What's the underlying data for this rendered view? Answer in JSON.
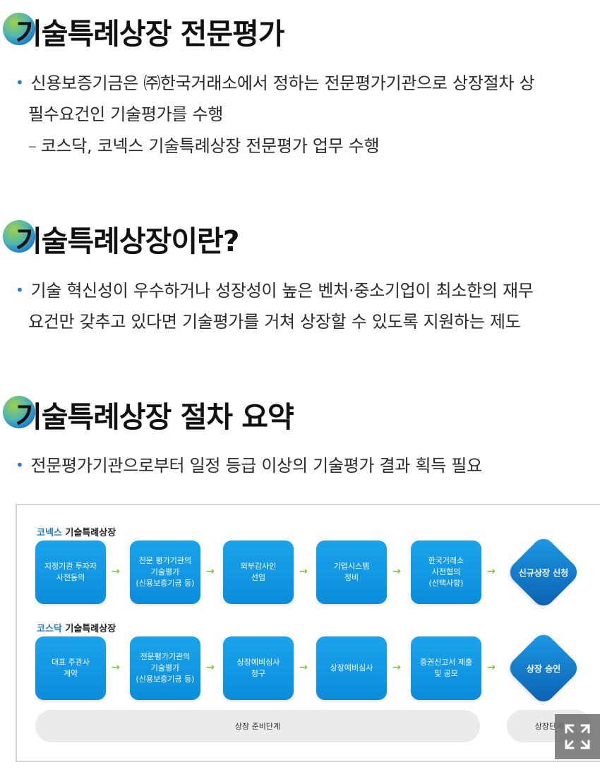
{
  "sections": [
    {
      "title": "기술특례상장 전문평가",
      "lines": [
        "신용보증기금은 ㈜한국거래소에서 정하는 전문평가기관으로 상장절차 상",
        "필수요건인 기술평가를 수행",
        "코스닥, 코넥스 기술특례상장 전문평가 업무 수행"
      ]
    },
    {
      "title": "기술특례상장이란?",
      "lines": [
        "기술 혁신성이 우수하거나 성장성이 높은 벤처·중소기업이 최소한의 재무",
        "요건만 갖추고 있다면 기술평가를 거쳐 상장할 수 있도록 지원하는 제도"
      ]
    },
    {
      "title": "기술특례상장 절차 요약",
      "lines": [
        "전문평가기관으로부터 일정 등급 이상의 기술평가 결과 획득 필요"
      ]
    }
  ],
  "diagram": {
    "konex": {
      "brand": "코넥스",
      "label": "기술특례상장",
      "steps": [
        [
          "지정기관 투자자",
          "사전동의"
        ],
        [
          "전문 평가기관의",
          "기술평가",
          "(신용보증기금 등)"
        ],
        [
          "외부감사인",
          "선임"
        ],
        [
          "기업시스템",
          "정비"
        ],
        [
          "한국거래소",
          "사전협의",
          "(선택사항)"
        ]
      ],
      "final": "신규상장 신청"
    },
    "kosdaq": {
      "brand": "코스닥",
      "label": "기술특례상장",
      "steps": [
        [
          "대표 주관사",
          "계약"
        ],
        [
          "전문평가기관의",
          "기술평가",
          "(신용보증기금 등)"
        ],
        [
          "상장예비심사",
          "청구"
        ],
        [
          "상장예비심사"
        ],
        [
          "증권신고서 제출",
          "및 공모"
        ]
      ],
      "final": "상장 승인"
    },
    "stage_prep": "상장 준비단계",
    "stage_listing": "상장단계"
  },
  "colors": {
    "step_blue": "#0c8ddc",
    "arrow_green": "#7cc242",
    "bullet_blue": "#2a7fd4"
  },
  "icons": {
    "expand": "expand-icon"
  }
}
